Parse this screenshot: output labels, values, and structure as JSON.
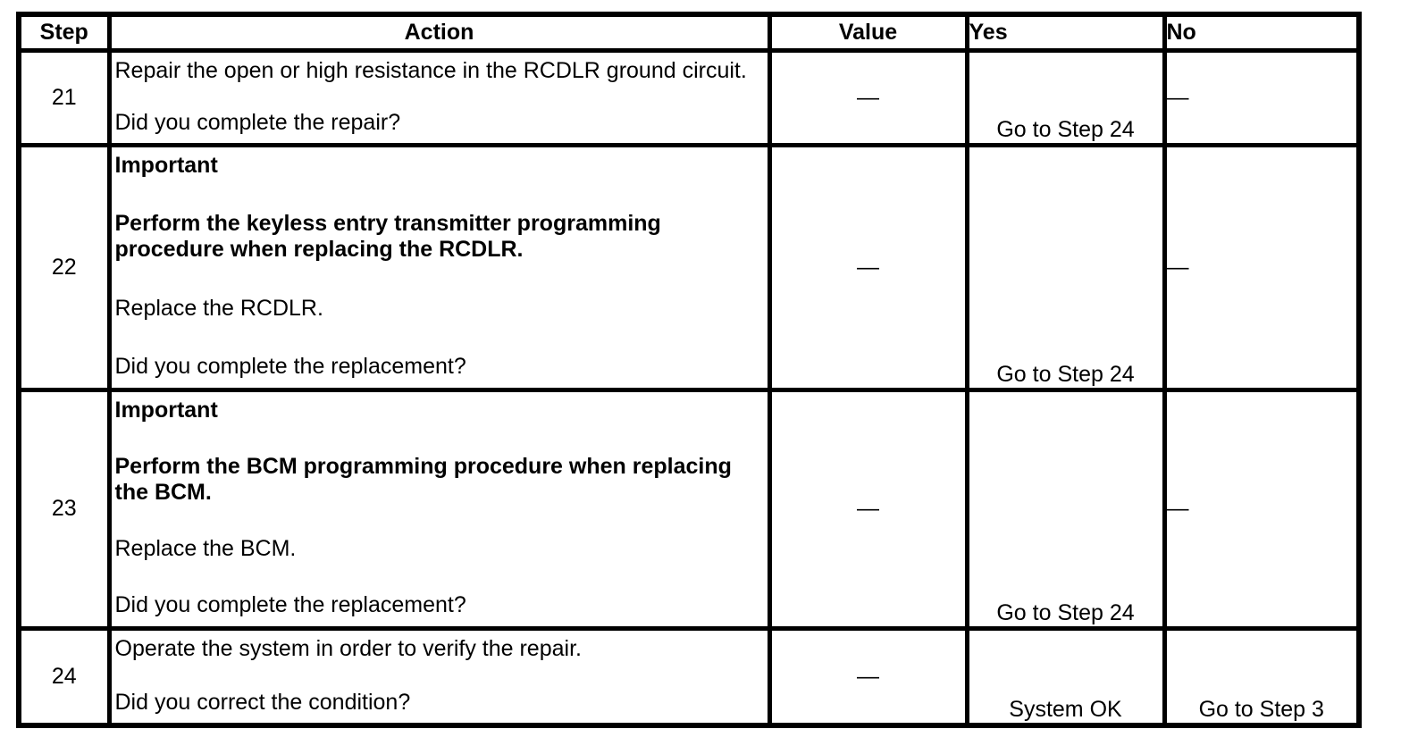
{
  "table": {
    "headers": {
      "step": "Step",
      "action": "Action",
      "value": "Value",
      "yes": "Yes",
      "no": "No"
    },
    "rows": [
      {
        "step": "21",
        "action": [
          "Repair the open or high resistance in the RCDLR ground circuit.",
          "Did you complete the repair?"
        ],
        "value": "—",
        "yes": "Go to Step 24",
        "no": "—"
      },
      {
        "step": "22",
        "action": [
          "Important",
          "Perform the keyless entry transmitter programming procedure when replacing the RCDLR.",
          "Replace the RCDLR.",
          "Did you complete the replacement?"
        ],
        "value": "—",
        "yes": "Go to Step 24",
        "no": "—"
      },
      {
        "step": "23",
        "action": [
          "Important",
          "Perform the BCM programming procedure when replacing the BCM.",
          "Replace the BCM.",
          "Did you complete the replacement?"
        ],
        "value": "—",
        "yes": "Go to Step 24",
        "no": "—"
      },
      {
        "step": "24",
        "action": [
          "Operate the system in order to verify the repair.",
          "Did you correct the condition?"
        ],
        "value": "—",
        "yes": "System OK",
        "no": "Go to Step 3"
      }
    ],
    "colors": {
      "border": "#000000",
      "text": "#000000",
      "background": "#ffffff"
    }
  }
}
